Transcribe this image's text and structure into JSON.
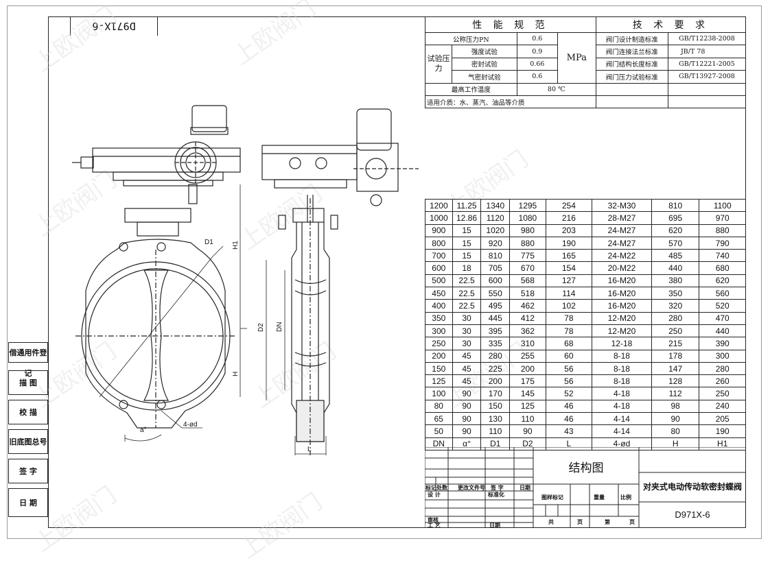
{
  "drawing": {
    "code_top": "D971X-6",
    "code_bottom": "D971X-6",
    "diagram_title": "结构图",
    "product_name": "对夹式电动传动软密封蝶阀"
  },
  "side_labels": [
    "借通用件登记",
    "描 图",
    "校 描",
    "旧底图总号",
    "签 字",
    "日 期"
  ],
  "spec": {
    "perf_header": "性 能 规 范",
    "tech_header": "技 术 要 求",
    "pn_label": "公称压力PN",
    "pn_value": "0.6",
    "test_label": "试验压力",
    "strength_label": "强度试验",
    "strength_value": "0.9",
    "seal_label": "密封试验",
    "seal_value": "0.66",
    "air_label": "气密封试验",
    "air_value": "0.6",
    "unit": "MPa",
    "max_temp_label": "最高工作温度",
    "max_temp_value": "80 ℃",
    "medium": "适用介质：水、蒸汽、油品等介质",
    "standards": [
      {
        "label": "阀门设计制造标准",
        "value": "GB/T12238-2008"
      },
      {
        "label": "阀门连接法兰标准",
        "value": "JB/T 78"
      },
      {
        "label": "阀门结构长度标准",
        "value": "GB/T12221-2005"
      },
      {
        "label": "阀门压力试验标准",
        "value": "GB/T13927-2008"
      }
    ]
  },
  "dim_table": {
    "headers": [
      "DN",
      "α°",
      "D1",
      "D2",
      "L",
      "4-ød",
      "H",
      "H1"
    ],
    "rows": [
      [
        "1200",
        "11.25",
        "1340",
        "1295",
        "254",
        "32-M30",
        "810",
        "1100"
      ],
      [
        "1000",
        "12.86",
        "1120",
        "1080",
        "216",
        "28-M27",
        "695",
        "970"
      ],
      [
        "900",
        "15",
        "1020",
        "980",
        "203",
        "24-M27",
        "620",
        "880"
      ],
      [
        "800",
        "15",
        "920",
        "880",
        "190",
        "24-M27",
        "570",
        "790"
      ],
      [
        "700",
        "15",
        "810",
        "775",
        "165",
        "24-M22",
        "485",
        "740"
      ],
      [
        "600",
        "18",
        "705",
        "670",
        "154",
        "20-M22",
        "440",
        "680"
      ],
      [
        "500",
        "22.5",
        "600",
        "568",
        "127",
        "16-M20",
        "380",
        "620"
      ],
      [
        "450",
        "22.5",
        "550",
        "518",
        "114",
        "16-M20",
        "350",
        "560"
      ],
      [
        "400",
        "22.5",
        "495",
        "462",
        "102",
        "16-M20",
        "320",
        "520"
      ],
      [
        "350",
        "30",
        "445",
        "412",
        "78",
        "12-M20",
        "280",
        "470"
      ],
      [
        "300",
        "30",
        "395",
        "362",
        "78",
        "12-M20",
        "250",
        "440"
      ],
      [
        "250",
        "30",
        "335",
        "310",
        "68",
        "12-18",
        "215",
        "390"
      ],
      [
        "200",
        "45",
        "280",
        "255",
        "60",
        "8-18",
        "178",
        "300"
      ],
      [
        "150",
        "45",
        "225",
        "200",
        "56",
        "8-18",
        "147",
        "280"
      ],
      [
        "125",
        "45",
        "200",
        "175",
        "56",
        "8-18",
        "128",
        "260"
      ],
      [
        "100",
        "90",
        "170",
        "145",
        "52",
        "4-18",
        "112",
        "250"
      ],
      [
        "80",
        "90",
        "150",
        "125",
        "46",
        "4-18",
        "98",
        "240"
      ],
      [
        "65",
        "90",
        "130",
        "110",
        "46",
        "4-14",
        "90",
        "205"
      ],
      [
        "50",
        "90",
        "110",
        "90",
        "43",
        "4-14",
        "80",
        "190"
      ]
    ]
  },
  "title_block": {
    "labels": {
      "mark": "标记",
      "count": "处数",
      "change_doc": "更改文件号",
      "sign": "签 字",
      "date": "日期",
      "design": "设 计",
      "standardize": "标准化",
      "drawing_mark": "图样标记",
      "weight": "重量",
      "scale": "比例",
      "review": "审核",
      "process": "工 艺",
      "date2": "日期",
      "total": "共",
      "page": "页",
      "sheet": "第",
      "page2": "页"
    }
  },
  "drawing_labels": {
    "d1": "D1",
    "h1": "H1",
    "d2": "D2",
    "dn": "DN",
    "h": "H",
    "l": "L",
    "holes": "4-ød",
    "alpha": "a°"
  },
  "watermark": "上欧阀门"
}
